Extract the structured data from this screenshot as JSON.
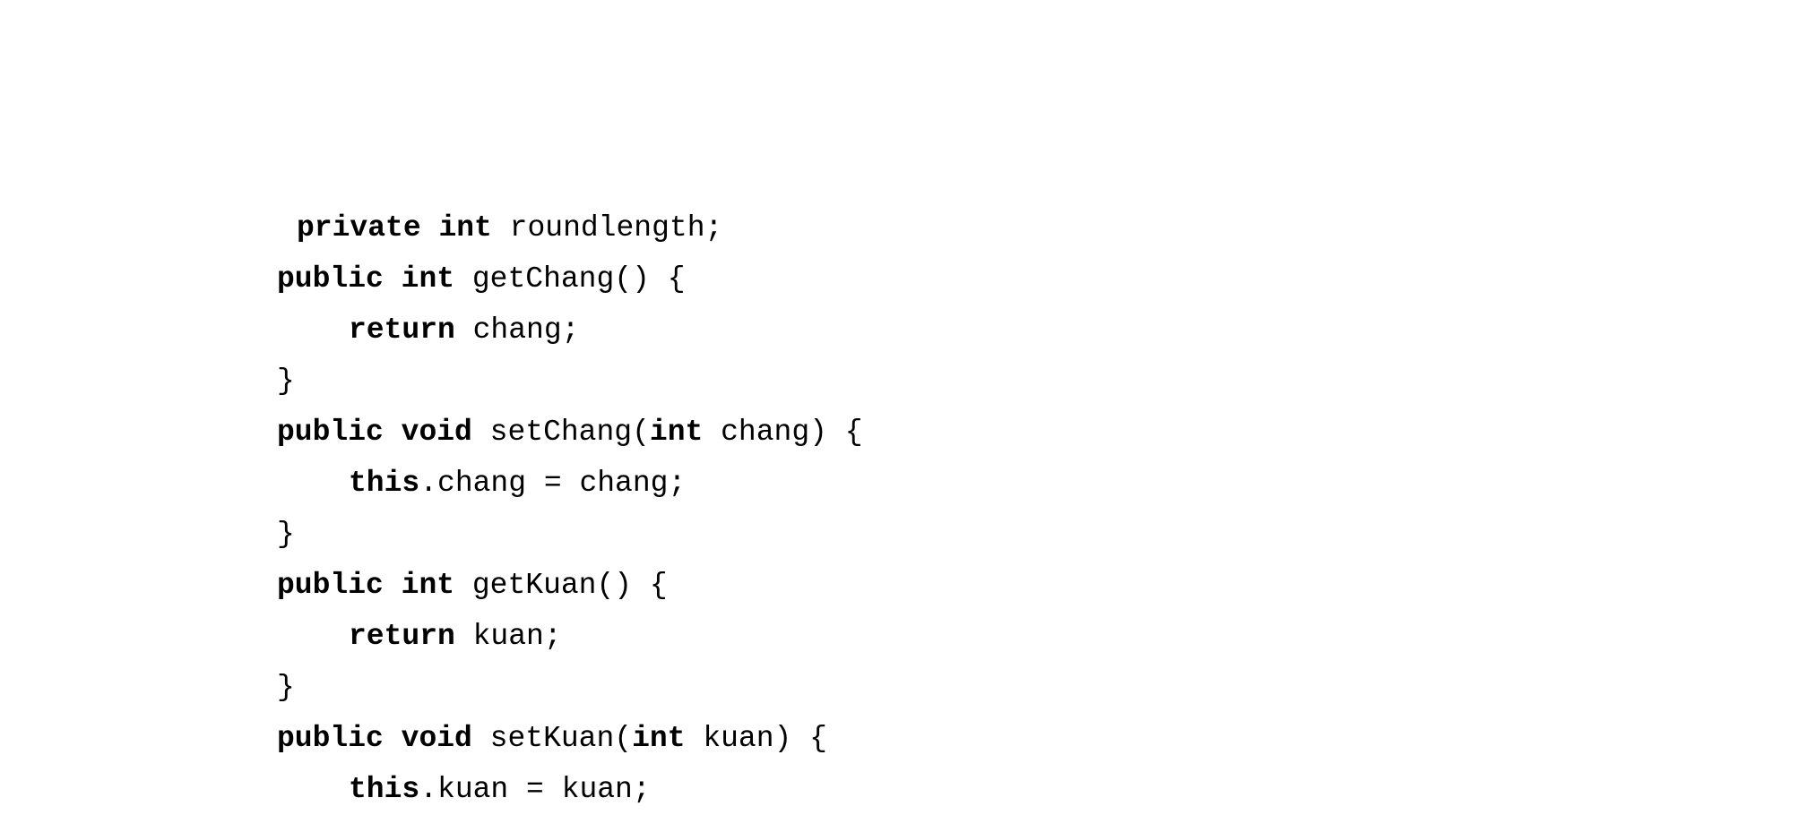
{
  "code": {
    "lines": [
      {
        "indent": "offset",
        "parts": [
          {
            "t": "private",
            "kw": true
          },
          {
            "t": " "
          },
          {
            "t": "int",
            "kw": true
          },
          {
            "t": " roundlength;"
          }
        ]
      },
      {
        "indent": "0",
        "parts": [
          {
            "t": "public",
            "kw": true
          },
          {
            "t": " "
          },
          {
            "t": "int",
            "kw": true
          },
          {
            "t": " getChang() {"
          }
        ]
      },
      {
        "indent": "1",
        "parts": [
          {
            "t": "return",
            "kw": true
          },
          {
            "t": " chang;"
          }
        ]
      },
      {
        "indent": "0",
        "parts": [
          {
            "t": "}"
          }
        ]
      },
      {
        "indent": "0",
        "parts": [
          {
            "t": "public",
            "kw": true
          },
          {
            "t": " "
          },
          {
            "t": "void",
            "kw": true
          },
          {
            "t": " setChang("
          },
          {
            "t": "int",
            "kw": true
          },
          {
            "t": " chang) {"
          }
        ]
      },
      {
        "indent": "1",
        "parts": [
          {
            "t": "this",
            "kw": true
          },
          {
            "t": ".chang = chang;"
          }
        ]
      },
      {
        "indent": "0",
        "parts": [
          {
            "t": "}"
          }
        ]
      },
      {
        "indent": "0",
        "parts": [
          {
            "t": "public",
            "kw": true
          },
          {
            "t": " "
          },
          {
            "t": "int",
            "kw": true
          },
          {
            "t": " getKuan() {"
          }
        ]
      },
      {
        "indent": "1",
        "parts": [
          {
            "t": "return",
            "kw": true
          },
          {
            "t": " kuan;"
          }
        ]
      },
      {
        "indent": "0",
        "parts": [
          {
            "t": "}"
          }
        ]
      },
      {
        "indent": "0",
        "parts": [
          {
            "t": "public",
            "kw": true
          },
          {
            "t": " "
          },
          {
            "t": "void",
            "kw": true
          },
          {
            "t": " setKuan("
          },
          {
            "t": "int",
            "kw": true
          },
          {
            "t": " kuan) {"
          }
        ]
      },
      {
        "indent": "1",
        "parts": [
          {
            "t": "this",
            "kw": true
          },
          {
            "t": ".kuan = kuan;"
          }
        ]
      }
    ]
  }
}
